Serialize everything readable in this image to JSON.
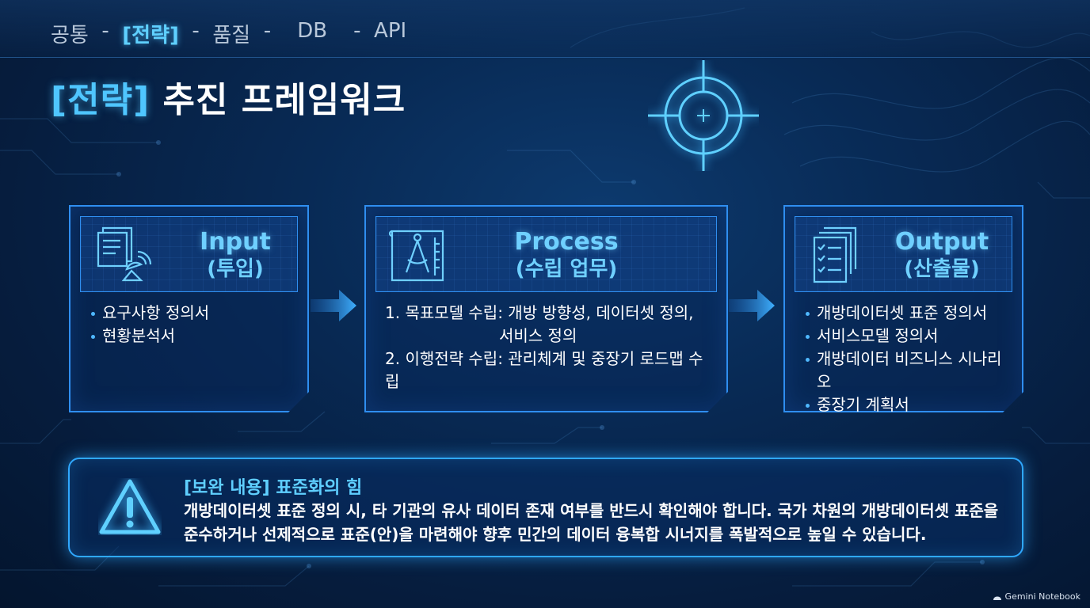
{
  "nav": {
    "items": [
      "공통",
      "[전략]",
      "품질",
      "DB",
      "API"
    ],
    "active_index": 1,
    "separator": "-"
  },
  "title": {
    "highlight": "[전략]",
    "rest": " 추진 프레임워크"
  },
  "cards": [
    {
      "en": "Input",
      "ko": "(투입)",
      "icon": "document-satellite-icon",
      "bullets": [
        "요구사항 정의서",
        "현황분석서"
      ]
    },
    {
      "en": "Process",
      "ko": "(수립 업무)",
      "icon": "blueprint-compass-icon",
      "lines": [
        "1. 목표모델 수립: 개방 방향성, 데이터셋 정의,",
        "서비스 정의",
        "2. 이행전략 수립: 관리체계 및 중장기 로드맵 수립"
      ]
    },
    {
      "en": "Output",
      "ko": "(산출물)",
      "icon": "document-stack-checklist-icon",
      "bullets": [
        "개방데이터셋 표준 정의서",
        "서비스모델 정의서",
        "개방데이터 비즈니스 시나리오",
        "중장기 계획서"
      ]
    }
  ],
  "alert": {
    "icon": "warning-triangle-icon",
    "title": "[보완 내용] 표준화의 힘",
    "line1": "개방데이터셋 표준 정의 시, 타 기관의 유사 데이터 존재 여부를 반드시 확인해야 합니다. 국가 차원의 개방데이터셋 표준을",
    "line2": "준수하거나 선제적으로 표준(안)을 마련해야 향후 민간의 데이터 융복합 시너지를 폭발적으로 높일 수 있습니다."
  },
  "watermark": "Gemini Notebook",
  "colors": {
    "accent": "#4fc6ff",
    "border": "#2f8ef0",
    "background": "#061d3e"
  }
}
